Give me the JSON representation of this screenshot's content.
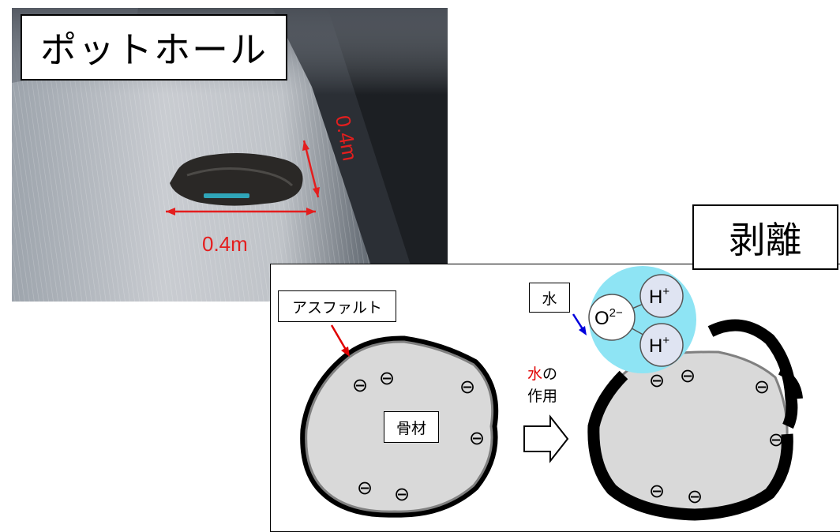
{
  "titles": {
    "pothole": "ポットホール",
    "peeling": "剥離"
  },
  "photo": {
    "dimension_horizontal": "0.4m",
    "dimension_vertical": "0.4m",
    "dimension_color": "#e41e1e"
  },
  "diagram": {
    "asphalt_label": "アスファルト",
    "aggregate_label": "骨材",
    "water_label": "水",
    "action_line1_red": "水",
    "action_line1_rest": "の",
    "action_line2": "作用",
    "negative_charge": "⊖",
    "oxygen": "O",
    "oxygen_charge": "2−",
    "hydrogen": "H",
    "hydrogen_charge": "+",
    "colors": {
      "aggregate_fill": "#d9d9d9",
      "aggregate_border": "#808080",
      "asphalt": "#000000",
      "water_bubble": "#8ee4f4",
      "atom_fill": "#dfe4f2",
      "asphalt_arrow": "#e00000",
      "water_arrow": "#0000dd"
    }
  }
}
